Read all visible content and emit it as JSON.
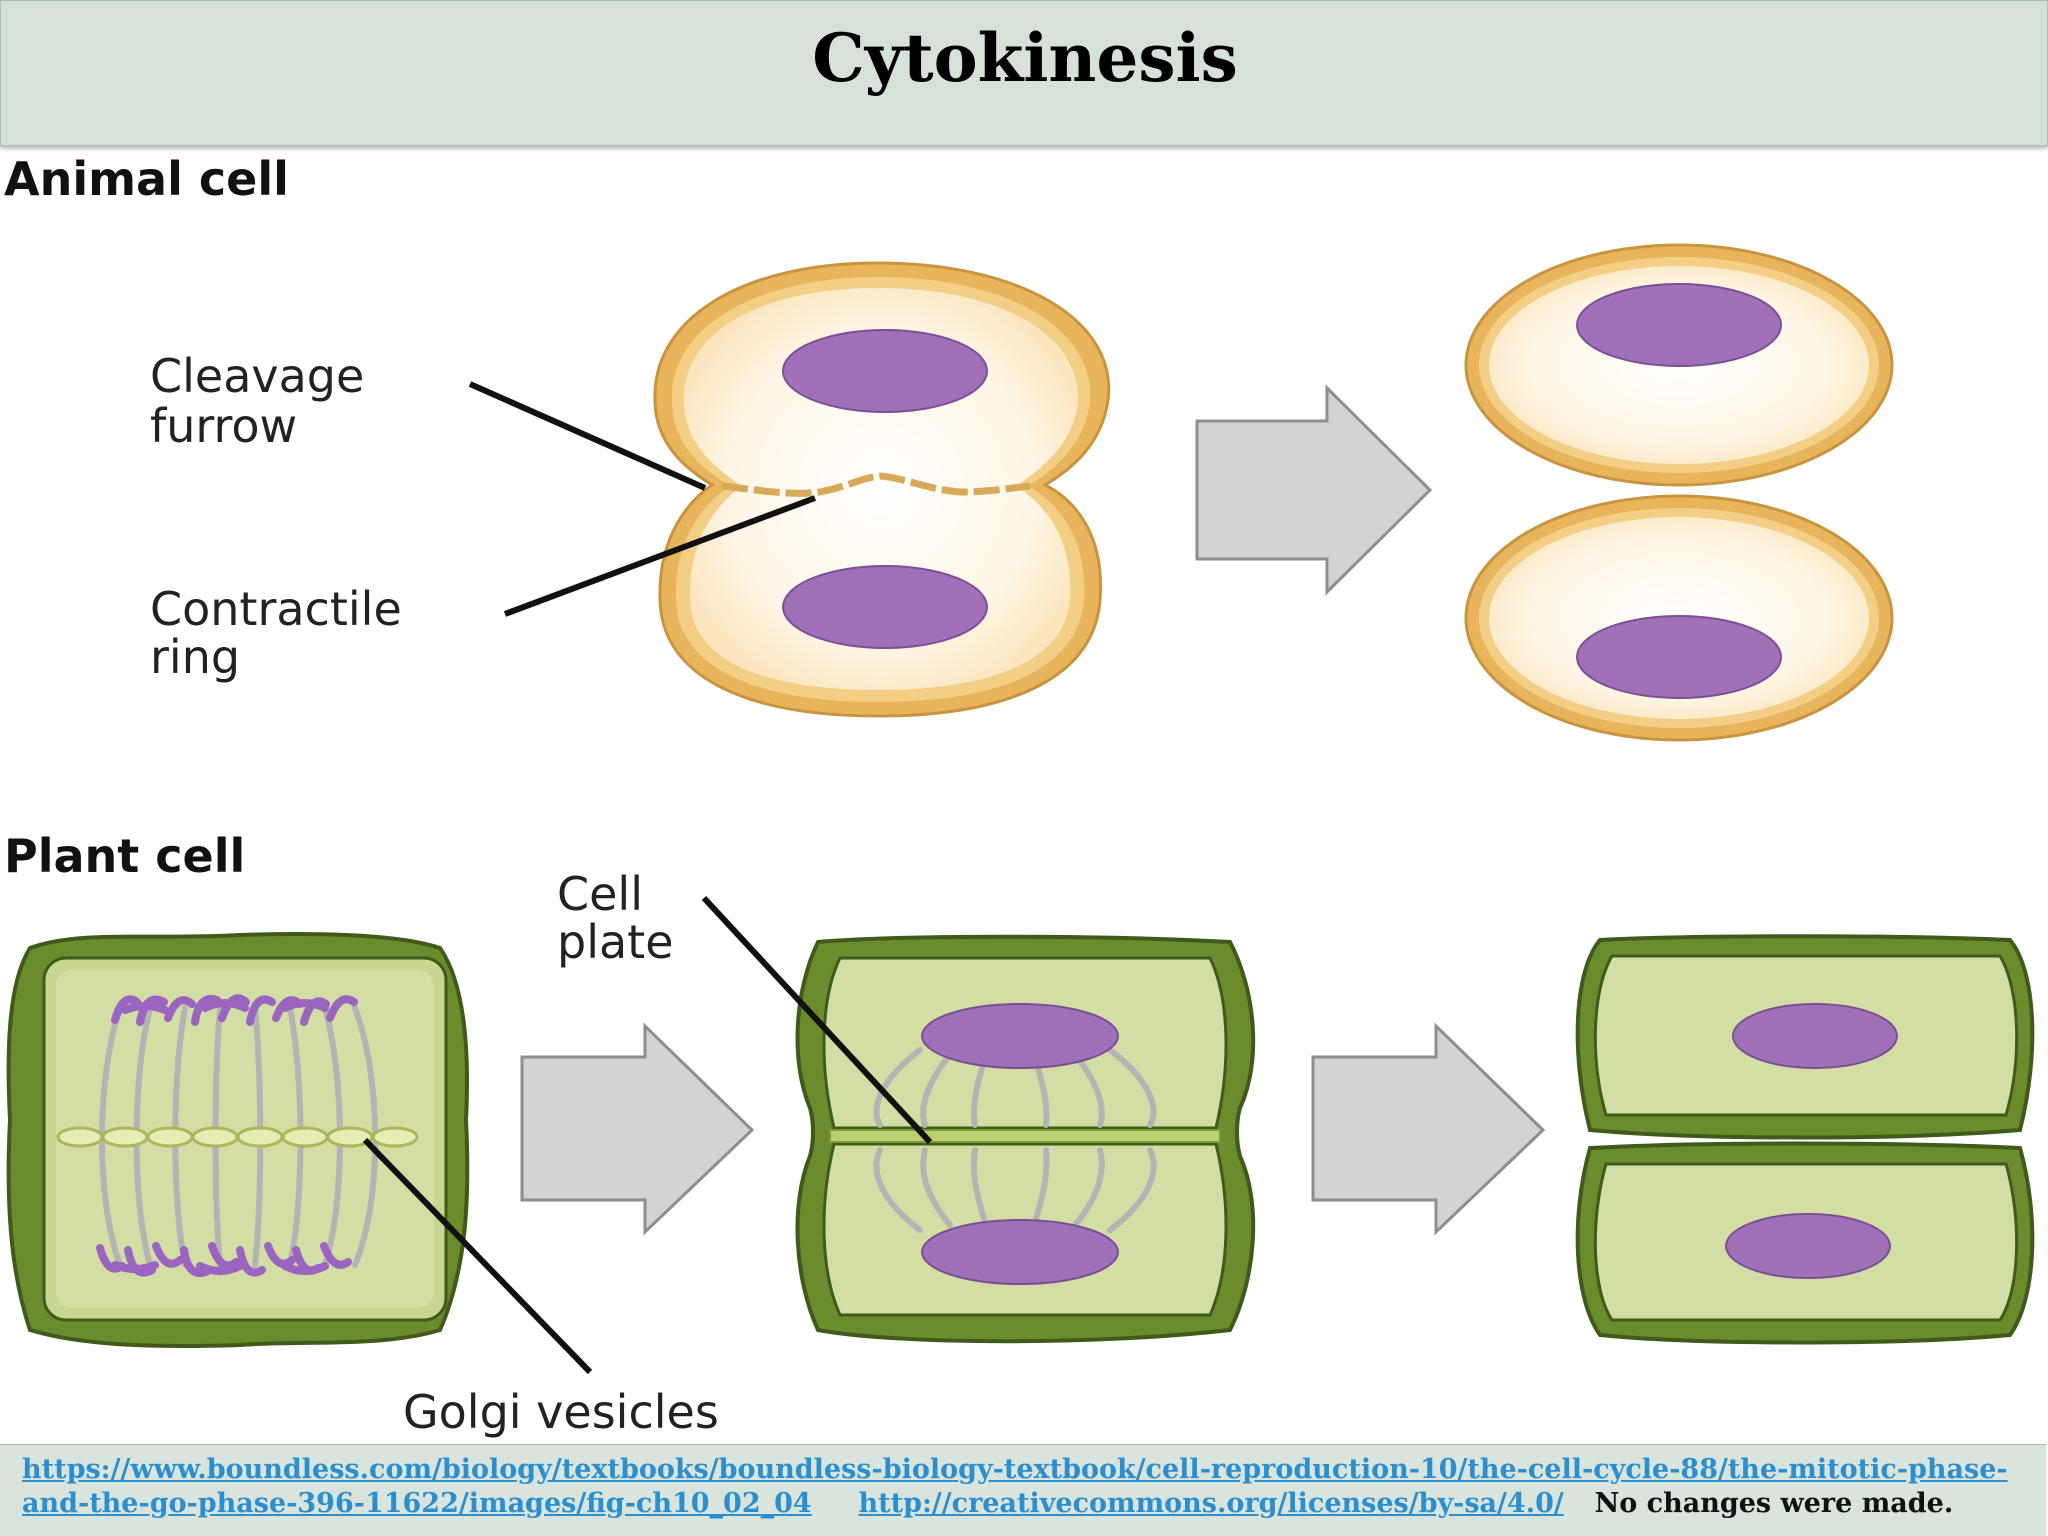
{
  "slide": {
    "title": "Cytokinesis"
  },
  "diagram": {
    "animal_heading": "Animal cell",
    "plant_heading": "Plant cell",
    "labels": {
      "cleavage_furrow_line1": "Cleavage",
      "cleavage_furrow_line2": "furrow",
      "contractile_ring_line1": "Contractile",
      "contractile_ring_line2": "ring",
      "cell_plate_line1": "Cell",
      "cell_plate_line2": "plate",
      "golgi_vesicles": "Golgi vesicles"
    },
    "colors": {
      "animal_membrane": "#e8b45c",
      "animal_cytoplasm": "#fff8ec",
      "nucleus": "#a070b8",
      "plant_wall": "#6a8c2c",
      "plant_cytoplasm": "#d2dea4",
      "arrow": "#d3d3d3"
    }
  },
  "footer": {
    "source_url_line1": "https://www.boundless.com/biology/textbooks/boundless-biology-textbook/cell-reproduction-10/the-cell-cycle-88/the-mitotic-phase-",
    "source_url_line2": "and-the-go-phase-396-11622/images/fig-ch10_02_04",
    "license_url": "http://creativecommons.org/licenses/by-sa/4.0/",
    "note": "No changes were made."
  }
}
